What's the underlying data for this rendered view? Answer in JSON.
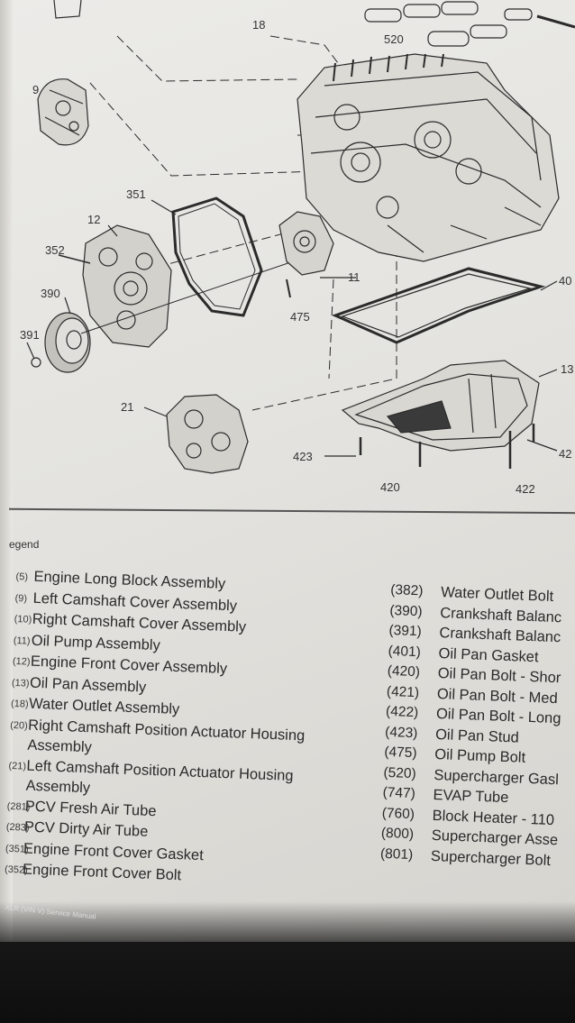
{
  "callouts": {
    "c18": "18",
    "c520": "520",
    "c9": "9",
    "c351": "351",
    "c12": "12",
    "c352": "352",
    "c390": "390",
    "c391": "391",
    "c11": "11",
    "c475": "475",
    "c40": "40",
    "c13": "13",
    "c21": "21",
    "c423": "423",
    "c420": "420",
    "c422": "422",
    "c42": "42"
  },
  "legend": {
    "title": "egend",
    "left": [
      {
        "num": "(5)",
        "label": "Engine Long Block Assembly"
      },
      {
        "num": "(9)",
        "label": "Left Camshaft Cover Assembly"
      },
      {
        "num": "(10)",
        "label": "Right Camshaft Cover Assembly"
      },
      {
        "num": "(11)",
        "label": "Oil Pump Assembly"
      },
      {
        "num": "(12)",
        "label": "Engine Front Cover Assembly"
      },
      {
        "num": "(13)",
        "label": "Oil Pan Assembly"
      },
      {
        "num": "(18)",
        "label": "Water Outlet Assembly"
      },
      {
        "num": "(20)",
        "label": "Right Camshaft Position Actuator Housing Assembly"
      },
      {
        "num": "(21)",
        "label": "Left Camshaft Position Actuator Housing Assembly"
      },
      {
        "num": "(281)",
        "label": "PCV Fresh Air Tube"
      },
      {
        "num": "(283)",
        "label": "PCV Dirty Air Tube"
      },
      {
        "num": "(351)",
        "label": "Engine Front Cover Gasket"
      },
      {
        "num": "(352)",
        "label": "Engine Front Cover Bolt"
      }
    ],
    "right": [
      {
        "num": "(382)",
        "label": "Water Outlet Bolt"
      },
      {
        "num": "(390)",
        "label": "Crankshaft Balanc"
      },
      {
        "num": "(391)",
        "label": "Crankshaft Balanc"
      },
      {
        "num": "(401)",
        "label": "Oil Pan Gasket"
      },
      {
        "num": "(420)",
        "label": "Oil Pan Bolt - Shor"
      },
      {
        "num": "(421)",
        "label": "Oil Pan Bolt - Med"
      },
      {
        "num": "(422)",
        "label": "Oil Pan Bolt - Long"
      },
      {
        "num": "(423)",
        "label": "Oil Pan Stud"
      },
      {
        "num": "(475)",
        "label": "Oil Pump Bolt"
      },
      {
        "num": "(520)",
        "label": "Supercharger Gasl"
      },
      {
        "num": "(747)",
        "label": "EVAP Tube"
      },
      {
        "num": "(760)",
        "label": "Block Heater - 110"
      },
      {
        "num": "(800)",
        "label": "Supercharger Asse"
      },
      {
        "num": "(801)",
        "label": "Supercharger Bolt"
      }
    ]
  },
  "footer": "XLR (VIN V) Service Manual"
}
